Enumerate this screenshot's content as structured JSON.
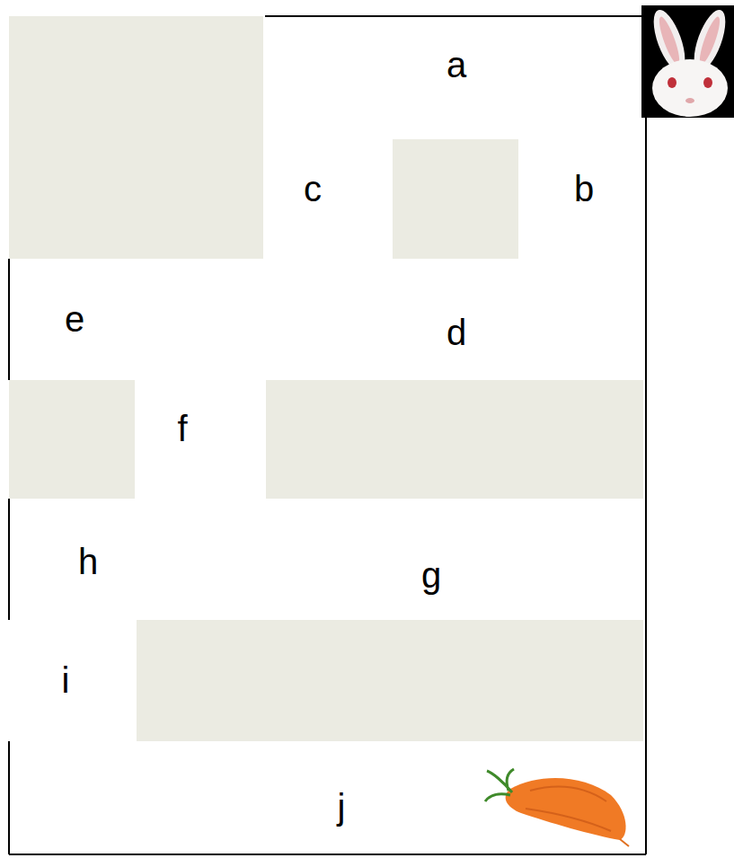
{
  "diagram": {
    "labels": [
      "a",
      "c",
      "b",
      "e",
      "d",
      "f",
      "h",
      "g",
      "i",
      "j"
    ]
  }
}
